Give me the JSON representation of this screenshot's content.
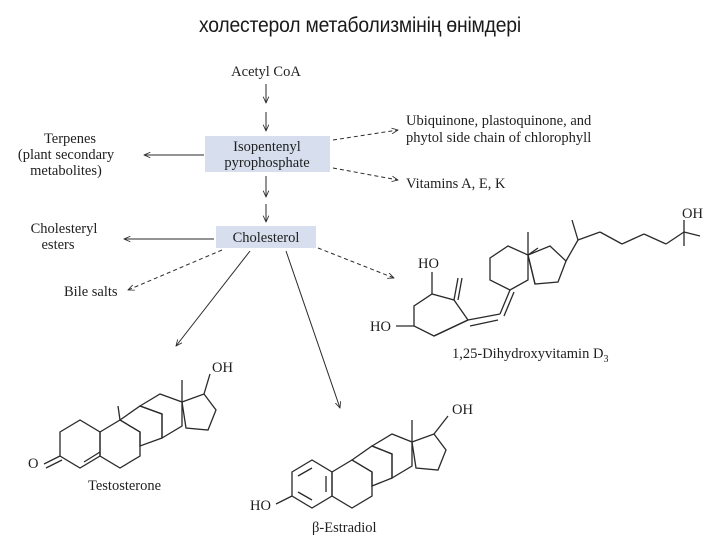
{
  "title": "холестерол метаболизмінің өнімдері",
  "nodes": {
    "acetyl_coa": "Acetyl CoA",
    "ipp_line1": "Isopentenyl",
    "ipp_line2": "pyrophosphate",
    "cholesterol": "Cholesterol",
    "terpenes_line1": "Terpenes",
    "terpenes_line2": "(plant secondary",
    "terpenes_line3": "metabolites)",
    "ubiquinone_line1": "Ubiquinone, plastoquinone, and",
    "ubiquinone_line2": "phytol side chain of chlorophyll",
    "vitamins": "Vitamins A, E, K",
    "cholesteryl_line1": "Cholesteryl",
    "cholesteryl_line2": "esters",
    "bile_salts": "Bile salts",
    "vitd_label": "1,25-Dihydroxyvitamin D",
    "vitd_sub": "3",
    "testosterone": "Testosterone",
    "estradiol": "β-Estradiol"
  },
  "atoms": {
    "oh": "OH",
    "ho": "HO",
    "o": "O"
  },
  "colors": {
    "box_fill": "#d7dfee",
    "ink": "#1f1f1f"
  }
}
